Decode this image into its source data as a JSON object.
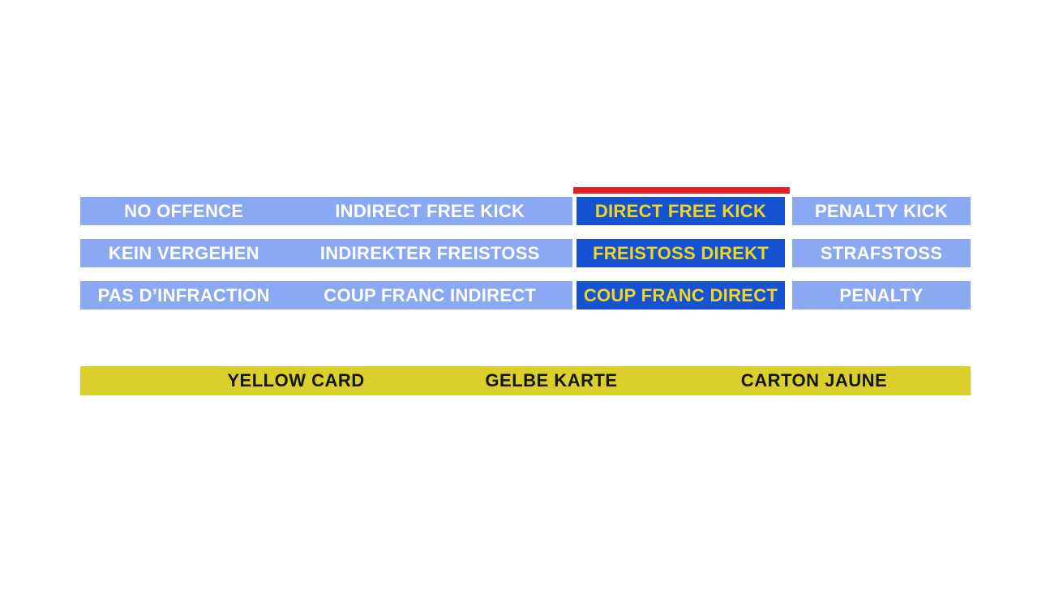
{
  "colors": {
    "background": "#FFFFFF",
    "option_bar_blue": "#8BA8F3",
    "selected_cell_blue": "#1553D3",
    "selected_text_yellow": "#F0D61E",
    "option_text": "#FFFFFF",
    "selected_marker_red": "#E81C25",
    "card_banner_yellow": "#DBD02B",
    "card_banner_text": "#161616"
  },
  "quiz": {
    "rows": [
      {
        "id": "english",
        "options": [
          "NO OFFENCE",
          "INDIRECT FREE KICK",
          "DIRECT FREE KICK",
          "PENALTY KICK"
        ],
        "selected_index": 2
      },
      {
        "id": "german",
        "options": [
          "KEIN VERGEHEN",
          "INDIREKTER FREISTOSS",
          "FREISTOSS DIREKT",
          "STRAFSTOSS"
        ],
        "selected_index": 2
      },
      {
        "id": "french",
        "options": [
          "PAS D’INFRACTION",
          "COUP FRANC INDIRECT",
          "COUP FRANC DIRECT",
          "PENALTY"
        ],
        "selected_index": 2
      }
    ],
    "selected_answer": "DIRECT FREE KICK",
    "selected_marker": "red-bar-above-selected-column"
  },
  "card_banner": {
    "labels": [
      "YELLOW CARD",
      "GELBE KARTE",
      "CARTON JAUNE"
    ]
  }
}
